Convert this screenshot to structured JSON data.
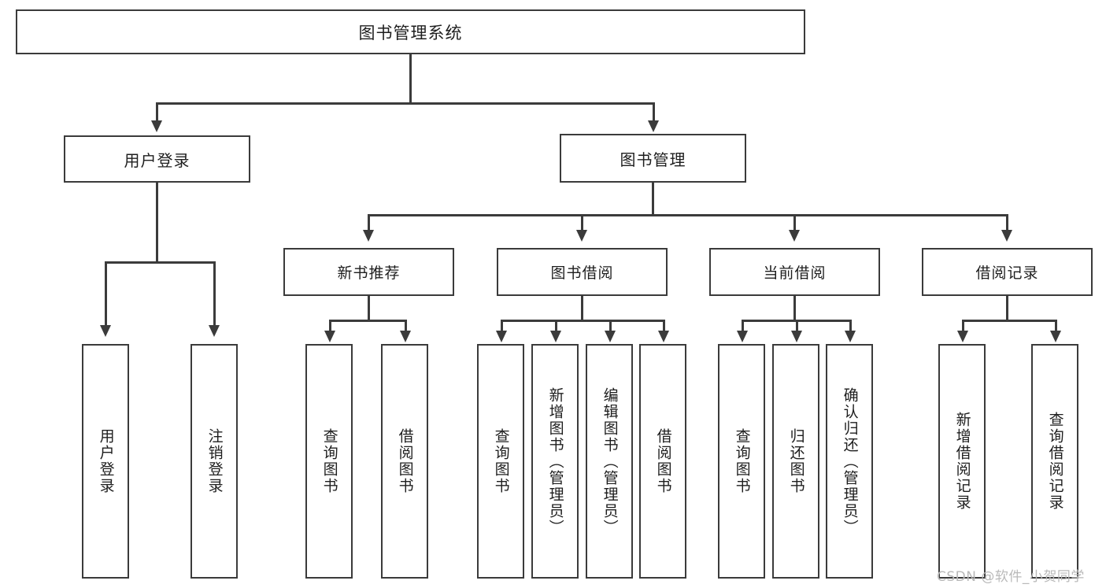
{
  "diagram": {
    "title": "图书管理系统",
    "type": "tree-hierarchy-chart",
    "root": {
      "label": "图书管理系统"
    },
    "level1": [
      {
        "label": "用户登录"
      },
      {
        "label": "图书管理"
      }
    ],
    "level2": [
      {
        "label": "新书推荐"
      },
      {
        "label": "图书借阅"
      },
      {
        "label": "当前借阅"
      },
      {
        "label": "借阅记录"
      }
    ],
    "leaves": {
      "user_login": [
        {
          "label": "用户登录"
        },
        {
          "label": "注销登录"
        }
      ],
      "new_book_recommend": [
        {
          "label": "查询图书"
        },
        {
          "label": "借阅图书"
        }
      ],
      "book_borrow": [
        {
          "label": "查询图书"
        },
        {
          "label": "新增图书（管理员）"
        },
        {
          "label": "编辑图书（管理员）"
        },
        {
          "label": "借阅图书"
        }
      ],
      "current_borrow": [
        {
          "label": "查询图书"
        },
        {
          "label": "归还图书"
        },
        {
          "label": "确认归还（管理员）"
        }
      ],
      "borrow_record": [
        {
          "label": "新增借阅记录"
        },
        {
          "label": "查询借阅记录"
        }
      ]
    }
  },
  "watermark": {
    "text": "CSDN @软件_小贺同学"
  },
  "colors": {
    "stroke": "#3b3b3b",
    "fill": "#ffffff",
    "text": "#1e1e1e",
    "watermark": "#b9b9b9"
  }
}
